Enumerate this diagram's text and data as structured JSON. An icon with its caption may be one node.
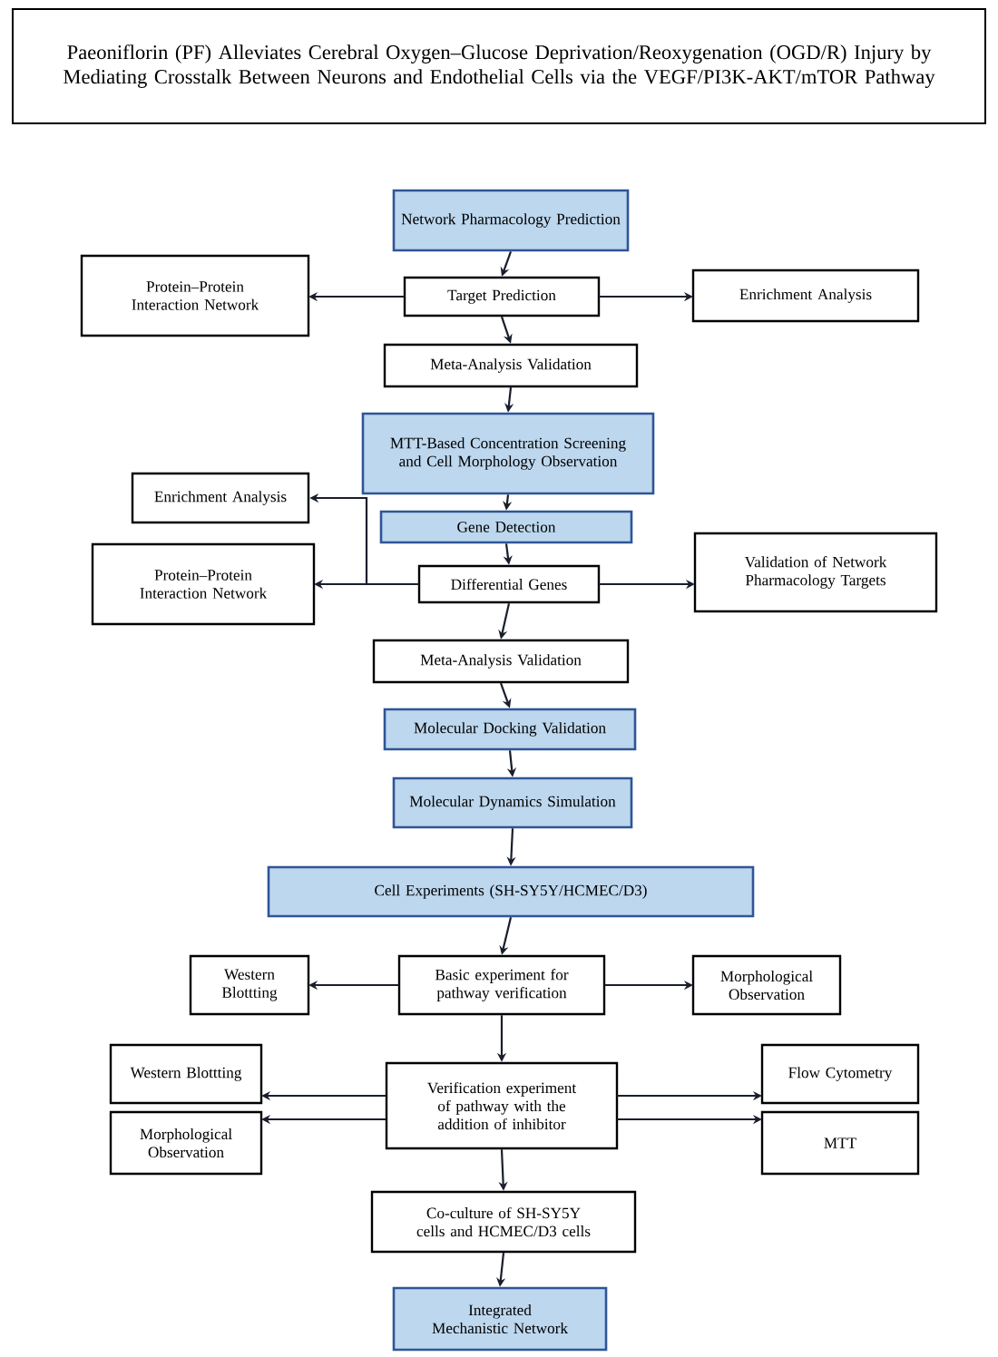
{
  "diagram": {
    "title": "Paeoniflorin (PF) Alleviates Cerebral Oxygen–Glucose Deprivation/Reoxygenation (OGD/R) Injury by Mediating Crosstalk Between Neurons and Endothelial Cells via the VEGF/PI3K-AKT/mTOR Pathway",
    "nodes": [
      {
        "text": [
          "Network Pharmacology Prediction"
        ]
      },
      {
        "text": [
          "Target Prediction"
        ]
      },
      {
        "text": [
          "Protein–Protein Interaction Network"
        ]
      },
      {
        "text": [
          "Enrichment Analysis"
        ]
      },
      {
        "text": [
          "Meta-Analysis Validation"
        ]
      },
      {
        "text": [
          "MTT-Based Concentration Screening and Cell Morphology Observation"
        ]
      },
      {
        "text": [
          "Enrichment Analysis"
        ]
      },
      {
        "text": [
          "Gene Detection"
        ]
      },
      {
        "text": [
          "Protein–Protein Interaction Network"
        ]
      },
      {
        "text": [
          "Differential Genes"
        ]
      },
      {
        "text": [
          "Validation of Network Pharmacology Targets"
        ]
      },
      {
        "text": [
          "Meta-Analysis Validation"
        ]
      },
      {
        "text": [
          "Molecular Docking Validation"
        ]
      },
      {
        "text": [
          "Molecular Dynamics Simulation"
        ]
      },
      {
        "text": [
          "Cell Experiments (SH-SY5Y/HCMEC/D3)"
        ]
      },
      {
        "text": [
          "Western Blottting"
        ]
      },
      {
        "text": [
          "Basic experiment for pathway verification"
        ]
      },
      {
        "text": [
          "Morphological Observation"
        ]
      },
      {
        "text": [
          "Western Blottting"
        ]
      },
      {
        "text": [
          "Verification experiment of pathway with the addition of inhibitor"
        ]
      },
      {
        "text": [
          "Flow Cytometry"
        ]
      },
      {
        "text": [
          "Morphological Observation"
        ]
      },
      {
        "text": [
          "MTT"
        ]
      },
      {
        "text": [
          "Co-culture of SH-SY5Y cells and HCMEC/D3 cells"
        ]
      },
      {
        "text": [
          "Integrated Mechanistic Network"
        ]
      }
    ],
    "edges": [
      {
        "from": 0,
        "to": 1,
        "arrow": "to"
      },
      {
        "from": 1,
        "to": 2,
        "arrow": "to"
      },
      {
        "from": 1,
        "to": 3,
        "arrow": "to"
      },
      {
        "from": 1,
        "to": 4,
        "arrow": "to"
      },
      {
        "from": 4,
        "to": 5,
        "arrow": "to"
      },
      {
        "from": 5,
        "to": 7,
        "arrow": "to"
      },
      {
        "from": 7,
        "to": 9,
        "arrow": "to"
      },
      {
        "from": 9,
        "to": 6,
        "arrow": "to"
      },
      {
        "from": 9,
        "to": 8,
        "arrow": "to"
      },
      {
        "from": 9,
        "to": 10,
        "arrow": "to"
      },
      {
        "from": 9,
        "to": 11,
        "arrow": "to"
      },
      {
        "from": 11,
        "to": 12,
        "arrow": "to"
      },
      {
        "from": 12,
        "to": 13,
        "arrow": "to"
      },
      {
        "from": 13,
        "to": 14,
        "arrow": "to"
      },
      {
        "from": 14,
        "to": 16,
        "arrow": "to"
      },
      {
        "from": 16,
        "to": 15,
        "arrow": "to"
      },
      {
        "from": 16,
        "to": 17,
        "arrow": "to"
      },
      {
        "from": 16,
        "to": 19,
        "arrow": "to"
      },
      {
        "from": 19,
        "to": 18,
        "arrow": "to"
      },
      {
        "from": 19,
        "to": 21,
        "arrow": "to"
      },
      {
        "from": 19,
        "to": 20,
        "arrow": "to"
      },
      {
        "from": 19,
        "to": 22,
        "arrow": "to"
      },
      {
        "from": 19,
        "to": 23,
        "arrow": "to"
      },
      {
        "from": 23,
        "to": 24,
        "arrow": "to"
      }
    ]
  }
}
